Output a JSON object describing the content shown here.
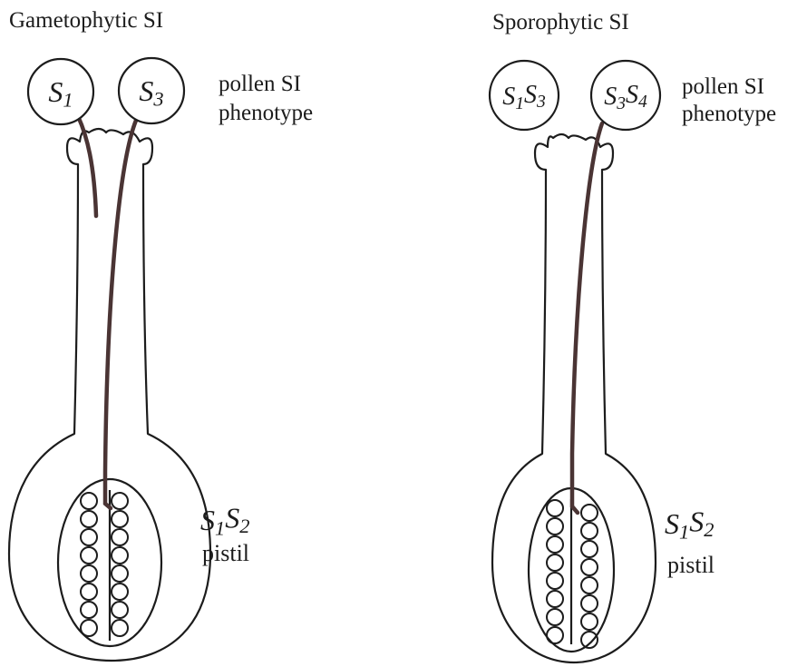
{
  "gametophytic": {
    "title": "Gametophytic SI",
    "pollen_left": "S1",
    "pollen_right": "S3",
    "pollen_label_line1": "pollen SI",
    "pollen_label_line2": "phenotype",
    "pistil_genotype": "S1S2",
    "pistil_label": "pistil"
  },
  "sporophytic": {
    "title": "Sporophytic SI",
    "pollen_left": "S1S3",
    "pollen_right": "S3S4",
    "pollen_label_line1": "pollen SI",
    "pollen_label_line2": "phenotype",
    "pistil_genotype": "S1S2",
    "pistil_label": "pistil"
  },
  "colors": {
    "line": "#1c1c1c",
    "pollen_tube": "#4a3434",
    "background": "#ffffff"
  }
}
